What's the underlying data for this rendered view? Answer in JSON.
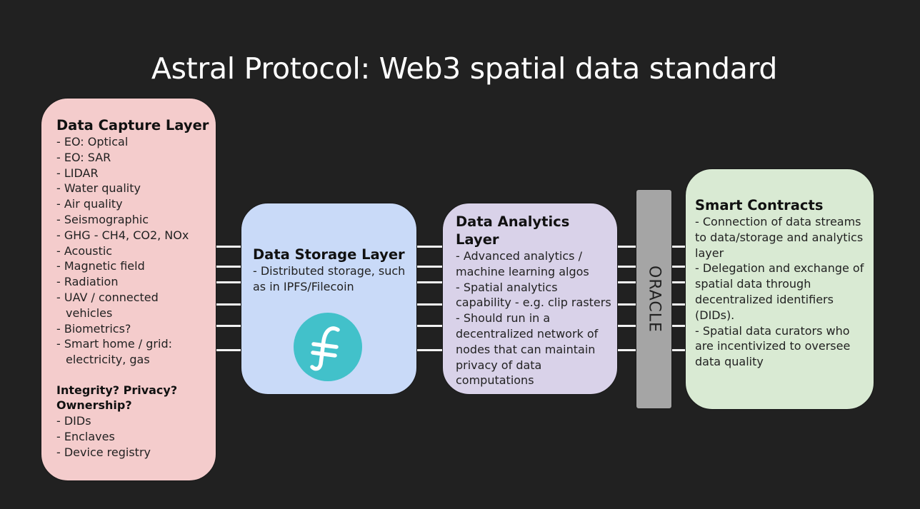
{
  "title": "Astral Protocol: Web3 spatial data standard",
  "capture": {
    "heading": "Data Capture Layer",
    "items": [
      "- EO: Optical",
      "- EO: SAR",
      "- LIDAR",
      "- Water quality",
      "- Air quality",
      "- Seismographic",
      "- GHG - CH4, CO2, NOx",
      "- Acoustic",
      "- Magnetic field",
      "- Radiation",
      "- UAV / connected",
      "vehicles",
      "- Biometrics?",
      "- Smart home / grid:",
      "electricity, gas"
    ],
    "subheading_1": "Integrity? Privacy?",
    "subheading_2": "Ownership?",
    "sub_items": [
      "- DIDs",
      "- Enclaves",
      "- Device registry"
    ]
  },
  "storage": {
    "heading": "Data Storage Layer",
    "lines": [
      "- Distributed storage, such",
      "as in IPFS/Filecoin"
    ],
    "logo_icon": "filecoin-logo-icon",
    "logo_color": "#42c1ca"
  },
  "analytics": {
    "heading": "Data Analytics Layer",
    "lines": [
      "- Advanced analytics /",
      "machine learning algos",
      "- Spatial analytics",
      "capability - e.g. clip rasters",
      "-  Should run in a",
      "decentralized network of",
      "nodes that can maintain",
      "privacy of data",
      "computations"
    ]
  },
  "oracle": {
    "label": "ORACLE"
  },
  "contracts": {
    "heading": "Smart Contracts",
    "lines": [
      "- Connection of data streams",
      "to data/storage and analytics",
      "layer",
      "- Delegation and exchange of",
      "spatial data through",
      "decentralized identifiers",
      "(DIDs).",
      "- Spatial data curators who",
      "are incentivized to oversee",
      "data quality"
    ]
  },
  "colors": {
    "background": "#212121",
    "capture": "#f4cccc",
    "storage": "#c9daf8",
    "analytics": "#d9d2e9",
    "contracts": "#d9ead3",
    "oracle": "#a5a5a5"
  }
}
